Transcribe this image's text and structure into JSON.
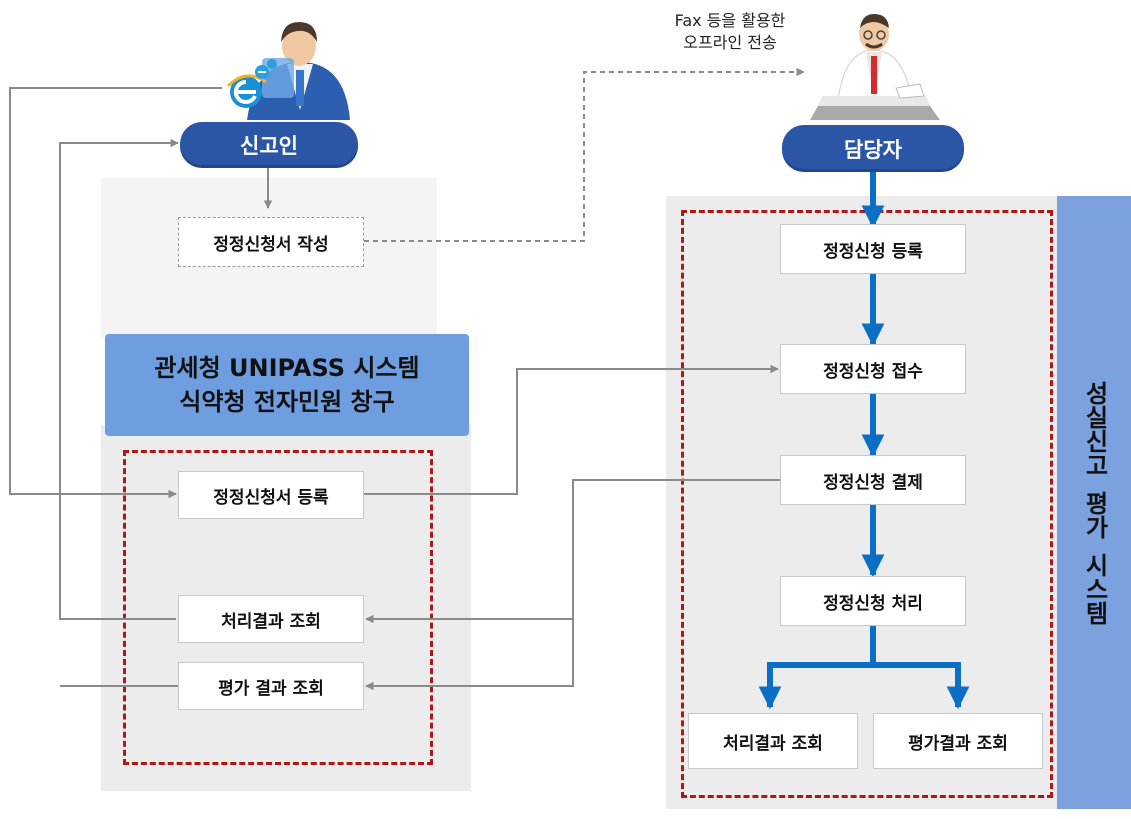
{
  "colors": {
    "pill": "#2b56a6",
    "system_banner": "#6f9ee0",
    "side_label": "#7ba1de",
    "dashed_red": "#b01717",
    "blue_arrow": "#0b6fc6",
    "grey_line": "#8a8a8a",
    "panel_bg": "#ececec"
  },
  "icons": [
    "person-with-ie-icon",
    "officer-at-desk-icon"
  ],
  "left": {
    "actor": "신고인",
    "draft_box": "정정신청서 작성",
    "system_banner": {
      "line1": "관세청 UNIPASS 시스템",
      "line2": "식약청 전자민원 창구"
    },
    "register_box": "정정신청서 등록",
    "process_result_box": "처리결과 조회",
    "eval_result_box": "평가 결과 조회"
  },
  "offline_note": {
    "line1": "Fax 등을 활용한",
    "line2": "오프라인 전송"
  },
  "right": {
    "actor": "담당자",
    "steps": [
      "정정신청 등록",
      "정정신청 접수",
      "정정신청 결제",
      "정정신청 처리"
    ],
    "result_boxes": [
      "처리결과 조회",
      "평가결과 조회"
    ],
    "side_label": {
      "word1": "성실신고",
      "word2": "평가",
      "word3": "시스템"
    }
  }
}
